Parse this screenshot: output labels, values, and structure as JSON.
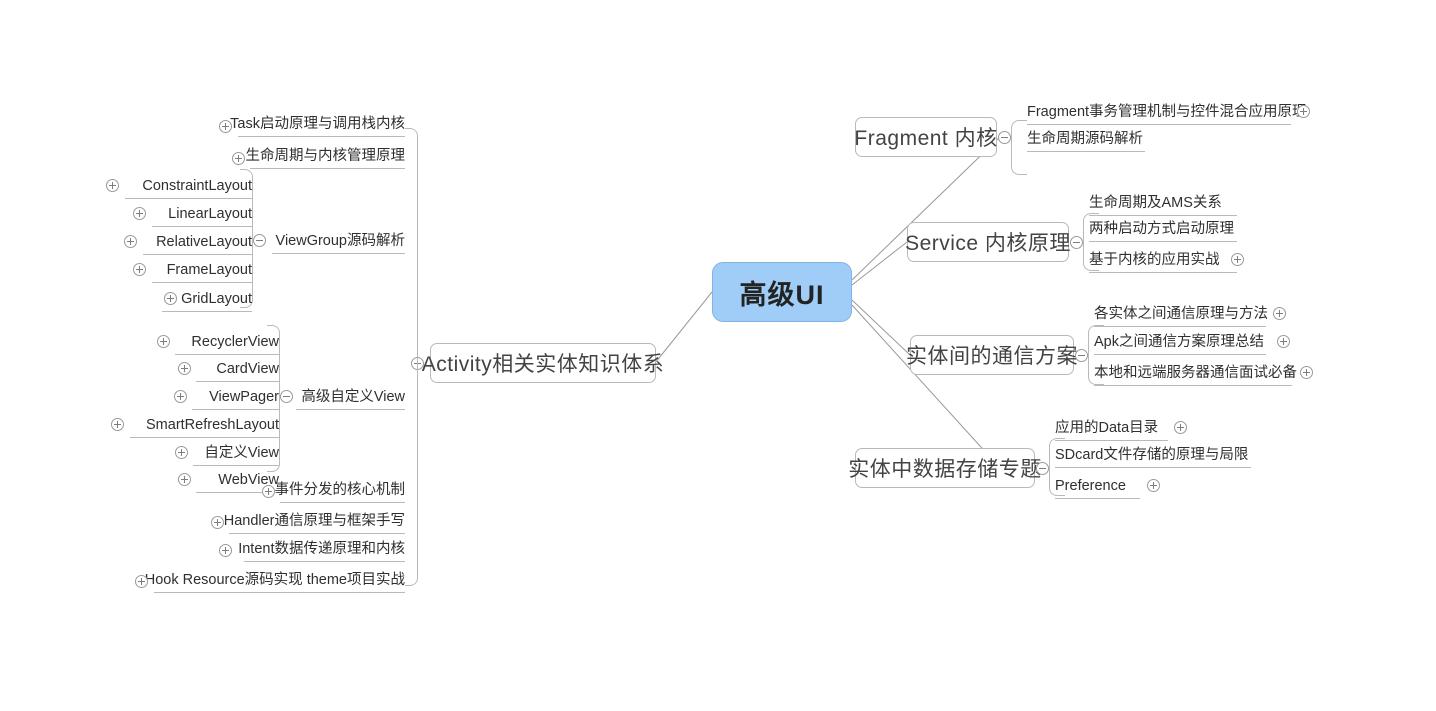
{
  "diagram": {
    "type": "mindmap",
    "title": "高级UI",
    "root": {
      "label": "高级UI",
      "color": "#9fcdf7",
      "toggle": "none"
    },
    "branches": [
      {
        "id": "fragment",
        "label": "Fragment 内核",
        "toggle": "minus",
        "side": "right",
        "children": [
          {
            "label": "Fragment事务管理机制与控件混合应用原理",
            "toggle": "plus"
          },
          {
            "label": "生命周期源码解析",
            "toggle": "none"
          }
        ]
      },
      {
        "id": "service",
        "label": "Service 内核原理",
        "toggle": "minus",
        "side": "right",
        "children": [
          {
            "label": "生命周期及AMS关系",
            "toggle": "none"
          },
          {
            "label": "两种启动方式启动原理",
            "toggle": "none"
          },
          {
            "label": "基于内核的应用实战",
            "toggle": "plus"
          }
        ]
      },
      {
        "id": "communication",
        "label": "实体间的通信方案",
        "toggle": "minus",
        "side": "right",
        "children": [
          {
            "label": "各实体之间通信原理与方法",
            "toggle": "plus"
          },
          {
            "label": "Apk之间通信方案原理总结",
            "toggle": "plus"
          },
          {
            "label": "本地和远端服务器通信面试必备",
            "toggle": "plus"
          }
        ]
      },
      {
        "id": "storage",
        "label": "实体中数据存储专题",
        "toggle": "minus",
        "side": "right",
        "children": [
          {
            "label": "应用的Data目录",
            "toggle": "plus"
          },
          {
            "label": "SDcard文件存储的原理与局限",
            "toggle": "none"
          },
          {
            "label": "Preference",
            "toggle": "plus"
          }
        ]
      },
      {
        "id": "activity",
        "label": "Activity相关实体知识体系",
        "toggle": "minus",
        "side": "left",
        "children": [
          {
            "label": "Task启动原理与调用栈内核",
            "toggle": "plus"
          },
          {
            "label": "生命周期与内核管理原理",
            "toggle": "plus"
          },
          {
            "label": "ViewGroup源码解析",
            "toggle": "minus",
            "children": [
              {
                "label": "ConstraintLayout",
                "toggle": "plus"
              },
              {
                "label": "LinearLayout",
                "toggle": "plus"
              },
              {
                "label": "RelativeLayout",
                "toggle": "plus"
              },
              {
                "label": "FrameLayout",
                "toggle": "plus"
              },
              {
                "label": "GridLayout",
                "toggle": "plus"
              }
            ]
          },
          {
            "label": "高级自定义View",
            "toggle": "minus",
            "children": [
              {
                "label": "RecyclerView",
                "toggle": "plus"
              },
              {
                "label": "CardView",
                "toggle": "plus"
              },
              {
                "label": "ViewPager",
                "toggle": "plus"
              },
              {
                "label": "SmartRefreshLayout",
                "toggle": "plus"
              },
              {
                "label": "自定义View",
                "toggle": "plus"
              },
              {
                "label": "WebView",
                "toggle": "plus"
              }
            ]
          },
          {
            "label": "事件分发的核心机制",
            "toggle": "plus"
          },
          {
            "label": "Handler通信原理与框架手写",
            "toggle": "plus"
          },
          {
            "label": "Intent数据传递原理和内核",
            "toggle": "plus"
          },
          {
            "label": "Hook Resource源码实现 theme项目实战",
            "toggle": "plus"
          }
        ]
      }
    ]
  }
}
